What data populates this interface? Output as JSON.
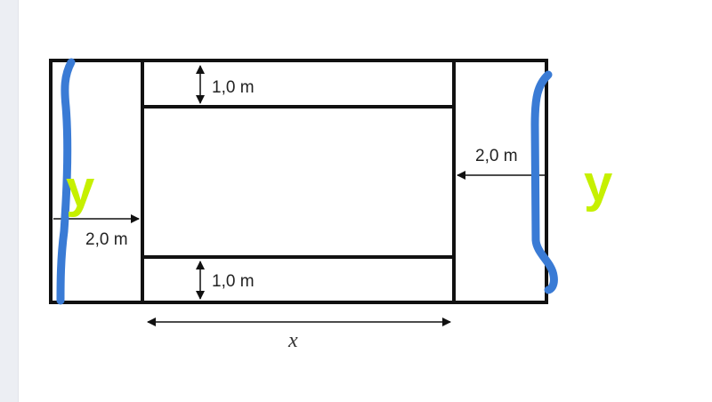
{
  "labels": {
    "top_width": "1,0 m",
    "bottom_width": "1,0 m",
    "right_width": "2,0 m",
    "left_width": "2,0 m",
    "length": "x"
  },
  "annotations": {
    "left": "y",
    "right": "y"
  },
  "colors": {
    "annotation_stroke": "#3a7bd5",
    "annotation_text": "#c6f000"
  }
}
